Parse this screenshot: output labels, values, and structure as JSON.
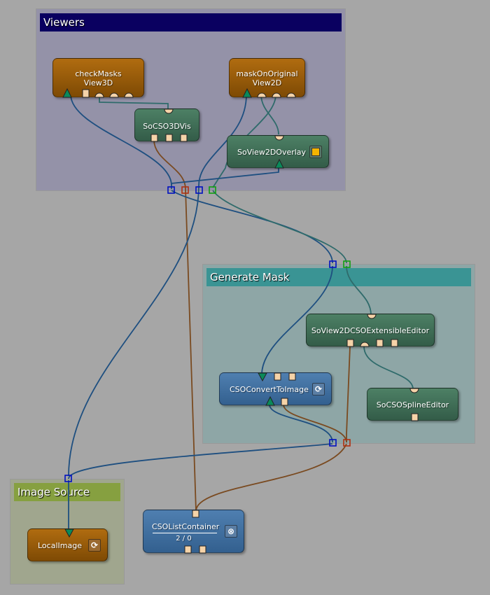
{
  "groups": [
    {
      "id": "viewers",
      "title": "Viewers",
      "title_color": "#0a0060",
      "bg_color": "#9492a8"
    },
    {
      "id": "generate-mask",
      "title": "Generate Mask",
      "title_color": "#3a9494",
      "bg_color": "#8ea6a6"
    },
    {
      "id": "image-source",
      "title": "Image Source",
      "title_color": "#86a040",
      "bg_color": "#a0a68e"
    }
  ],
  "nodes": {
    "checkMasks": {
      "line1": "checkMasks",
      "line2": "View3D"
    },
    "maskOnOriginal": {
      "line1": "maskOnOriginal",
      "line2": "View2D"
    },
    "soCSO3DVis": {
      "label": "SoCSO3DVis"
    },
    "soView2DOverlay": {
      "label": "SoView2DOverlay",
      "button_icon": "toggle-square-icon"
    },
    "soView2DCSOExtensibleEditor": {
      "label": "SoView2DCSOExtensibleEditor"
    },
    "csoConvertToImage": {
      "label": "CSOConvertToImage",
      "button_icon": "refresh-icon",
      "button_glyph": "⟳"
    },
    "soCSOSplineEditor": {
      "label": "SoCSOSplineEditor"
    },
    "localImage": {
      "label": "LocalImage",
      "button_icon": "refresh-icon",
      "button_glyph": "⟳"
    },
    "csoListContainer": {
      "label": "CSOListContainer",
      "counts": "2 / 0",
      "button_icon": "clear-icon",
      "button_glyph": "⊗"
    }
  },
  "colors": {
    "wire_image": "#1e4f80",
    "wire_inventor": "#2f6b6b",
    "wire_cso": "#7a4a20",
    "port_fill": "#f5d3a8",
    "image_input_port": "#0a8a5a",
    "anchor_blue": "#0010c0",
    "anchor_red": "#b03010",
    "anchor_green": "#10a010",
    "overlay_toggle": "#f4b400"
  }
}
